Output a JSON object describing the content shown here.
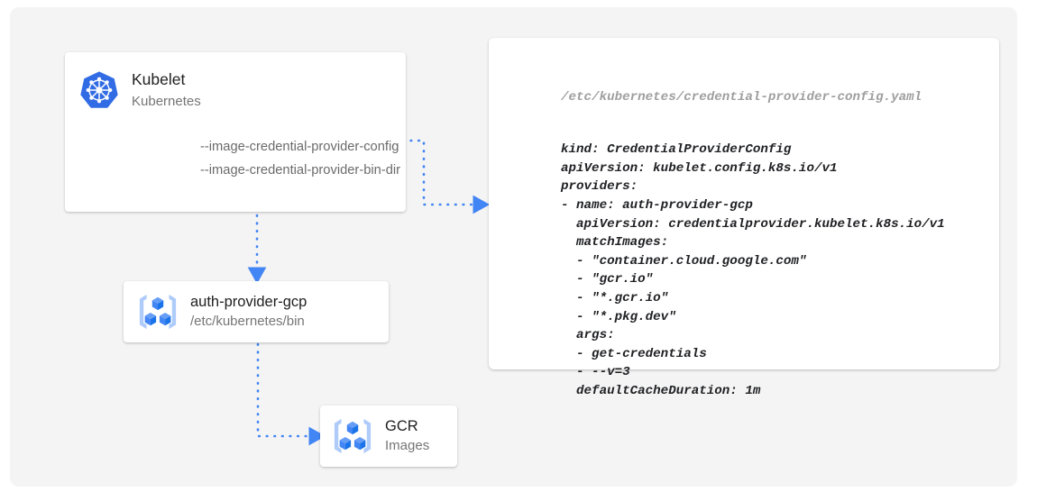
{
  "theme": {
    "page_background": "#ffffff",
    "canvas_background": "#f4f4f4",
    "card_background": "#ffffff",
    "accent_blue": "#4285f4",
    "kubernetes_blue": "#326ce5",
    "title_text": "#212121",
    "muted_text": "#757575",
    "code_text": "#202124",
    "code_path_text": "#9e9e9e"
  },
  "diagram": {
    "kubelet_card": {
      "icon": "kubernetes-logo-icon",
      "title": "Kubelet",
      "subtitle": "Kubernetes",
      "flags": [
        "--image-credential-provider-config",
        "--image-credential-provider-bin-dir"
      ]
    },
    "auth_provider_card": {
      "icon": "gcp-container-registry-icon",
      "title": "auth-provider-gcp",
      "subtitle": "/etc/kubernetes/bin"
    },
    "gcr_card": {
      "icon": "gcp-container-registry-icon",
      "title": "GCR",
      "subtitle": "Images"
    },
    "yaml_panel": {
      "path": "/etc/kubernetes/credential-provider-config.yaml",
      "content": "kind: CredentialProviderConfig\napiVersion: kubelet.config.k8s.io/v1\nproviders:\n- name: auth-provider-gcp\n  apiVersion: credentialprovider.kubelet.k8s.io/v1\n  matchImages:\n  - \"container.cloud.google.com\"\n  - \"gcr.io\"\n  - \"*.gcr.io\"\n  - \"*.pkg.dev\"\n  args:\n  - get-credentials\n  - --v=3\n  defaultCacheDuration: 1m"
    },
    "connectors": [
      {
        "name": "kubelet-config-to-yaml",
        "from": "kubelet_card.flags.0",
        "to": "yaml_panel",
        "style": "dotted",
        "arrow": true
      },
      {
        "name": "kubelet-to-auth-provider",
        "from": "kubelet_card",
        "to": "auth_provider_card",
        "style": "dotted",
        "arrow": true
      },
      {
        "name": "auth-provider-to-gcr",
        "from": "auth_provider_card",
        "to": "gcr_card",
        "style": "dotted",
        "arrow": true
      }
    ]
  }
}
